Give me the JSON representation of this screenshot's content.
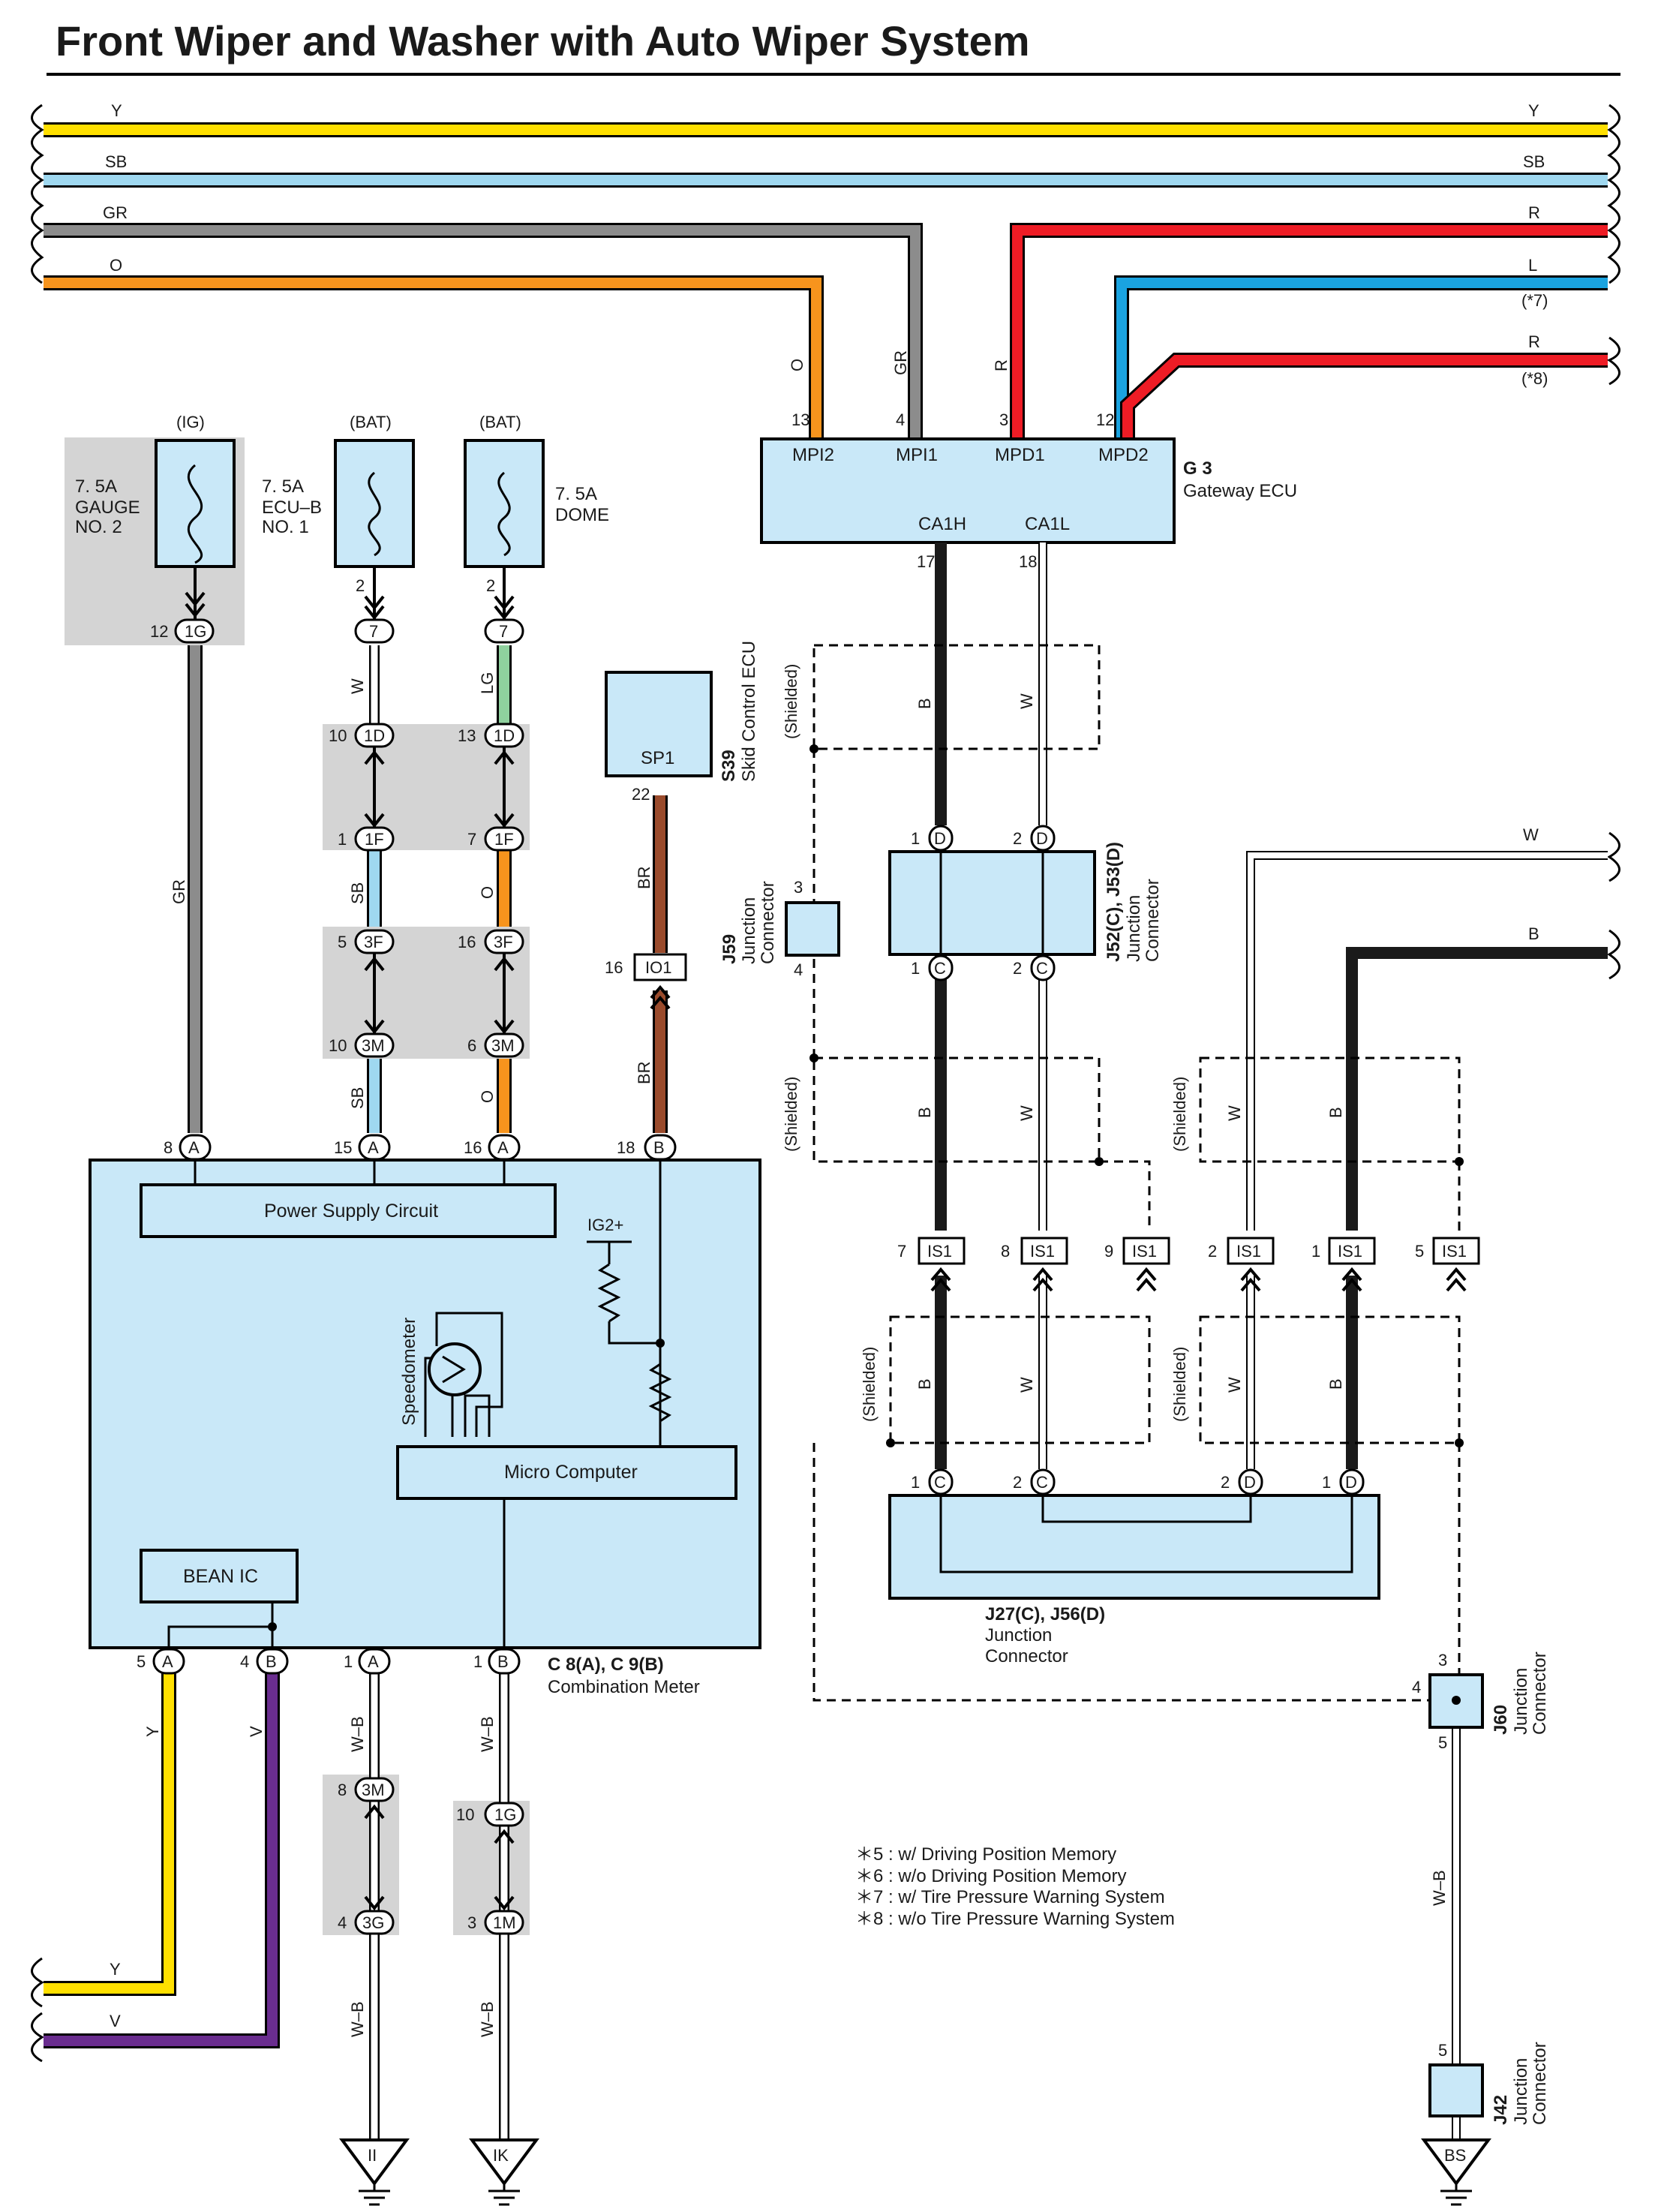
{
  "title": "Front Wiper and Washer with Auto Wiper System",
  "colors": {
    "Y": "#ffe000",
    "SB": "#9fd8f0",
    "GR": "#8c8c8c",
    "O": "#f7941d",
    "R": "#ee1c25",
    "L": "#1aa3e0",
    "LG": "#8fd19e",
    "BR": "#9a4b2c",
    "V": "#6a2d8f",
    "B": "#1a1a1a",
    "W": "#ffffff",
    "component_fill": "#c9e8f8",
    "connector_block_fill": "#d4d4d4"
  },
  "top_wires": {
    "left": [
      "Y",
      "SB",
      "GR",
      "O"
    ],
    "right": [
      "Y",
      "SB",
      "R",
      "L",
      "R"
    ],
    "right_notes": [
      "(*7)",
      "(*8)"
    ]
  },
  "fuses": [
    {
      "source": "(IG)",
      "rating": "7. 5A",
      "name1": "GAUGE",
      "name2": "NO. 2",
      "pin": "12",
      "connector": "1G"
    },
    {
      "source": "(BAT)",
      "rating": "7. 5A",
      "name1": "ECU–B",
      "name2": "NO. 1",
      "out_pin": "2",
      "connector": "7"
    },
    {
      "source": "(BAT)",
      "rating": "7. 5A",
      "name1": "DOME",
      "out_pin": "2",
      "connector": "7"
    }
  ],
  "wire_labels": {
    "gr": "GR",
    "w": "W",
    "lg": "LG",
    "sb": "SB",
    "o": "O",
    "br": "BR",
    "b": "B",
    "r": "R",
    "y": "Y",
    "v": "V",
    "wb": "W–B",
    "shielded": "(Shielded)"
  },
  "connectors": {
    "c1d": "1D",
    "c1f": "1F",
    "c3f": "3F",
    "c3m": "3M",
    "c1g": "1G",
    "c3g": "3G",
    "c1m": "1M",
    "io1": "IO1",
    "is1": "IS1",
    "pins": {
      "p10": "10",
      "p13": "13",
      "p1": "1",
      "p7": "7",
      "p5": "5",
      "p16": "16",
      "p6": "6",
      "p8": "8",
      "p4": "4",
      "p3": "3",
      "p12": "12",
      "p17": "17",
      "p18": "18",
      "p22": "22",
      "p15": "15",
      "p2": "2",
      "p9": "9"
    },
    "letters": {
      "a": "A",
      "b": "B",
      "c": "C",
      "d": "D"
    }
  },
  "gateway_ecu": {
    "code": "G 3",
    "name": "Gateway ECU",
    "terminals_top": [
      "MPI2",
      "MPI1",
      "MPD1",
      "MPD2"
    ],
    "terminals_bottom": [
      "CA1H",
      "CA1L"
    ]
  },
  "skid_ecu": {
    "code": "S39",
    "name": "Skid Control ECU",
    "terminal": "SP1"
  },
  "combination_meter": {
    "code": "C 8(A), C 9(B)",
    "name": "Combination Meter",
    "power_supply": "Power Supply Circuit",
    "ig2": "IG2+",
    "speedometer": "Speedometer",
    "micro": "Micro Computer",
    "bean": "BEAN IC"
  },
  "junctions": {
    "j52": {
      "code": "J52(C), J53(D)",
      "line1": "Junction",
      "line2": "Connector"
    },
    "j59": {
      "code": "J59",
      "line1": "Junction",
      "line2": "Connector"
    },
    "j27": {
      "code": "J27(C), J56(D)",
      "line1": "Junction",
      "line2": "Connector"
    },
    "j60": {
      "code": "J60",
      "line1": "Junction",
      "line2": "Connector"
    },
    "j42": {
      "code": "J42",
      "line1": "Junction",
      "line2": "Connector"
    }
  },
  "grounds": [
    "II",
    "IK",
    "BS"
  ],
  "notes": [
    "＊5 : w/ Driving Position Memory",
    "＊6 : w/o Driving Position Memory",
    "＊7 : w/ Tire Pressure Warning System",
    "＊8 : w/o Tire Pressure Warning System"
  ]
}
